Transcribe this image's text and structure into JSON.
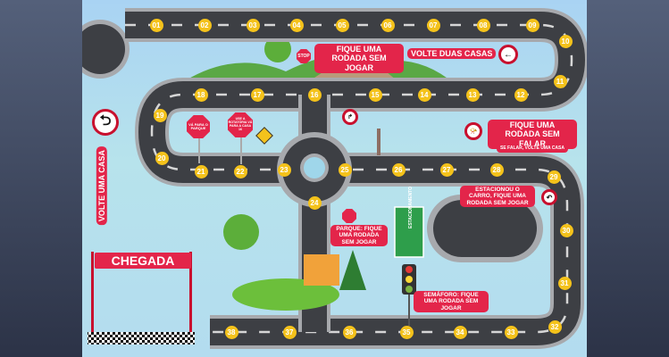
{
  "board": {
    "squares": [
      "01",
      "02",
      "03",
      "04",
      "05",
      "06",
      "07",
      "08",
      "09",
      "10",
      "11",
      "12",
      "13",
      "14",
      "15",
      "16",
      "17",
      "18",
      "19",
      "20",
      "21",
      "22",
      "23",
      "24",
      "25",
      "26",
      "27",
      "28",
      "29",
      "30",
      "31",
      "32",
      "33",
      "34",
      "35",
      "36",
      "37",
      "38"
    ],
    "finish_banner": "CHEGADA",
    "parking_sign": "ESTACIONAMENTO",
    "stop_text": "STOP"
  },
  "instructions": {
    "stop_skip": "FIQUE UMA RODADA SEM JOGAR",
    "go_back_two": "VOLTE DUAS CASAS",
    "go_back_one": "VOLTE UMA CASA",
    "go_to_park": "VÁ PARA O PARQUE",
    "use_roundabout": "USE A ROTATÓRIA VÁ PARA A CASA 16",
    "no_talking": "FIQUE UMA RODADA SEM FALAR",
    "no_talking_sub": "SE FALAR, VOLTE UMA CASA",
    "parked": "ESTACIONOU O CARRO, FIQUE UMA RODADA SEM JOGAR",
    "park": "PARQUE: FIQUE UMA RODADA SEM JOGAR",
    "traffic_light": "SEMÁFORO: FIQUE UMA RODADA SEM JOGAR"
  },
  "colors": {
    "road": "#3d3f44",
    "border": "#a7a9ad",
    "token": "#f4c21b",
    "label": "#e3254a",
    "sky": "#a9d3f3"
  }
}
